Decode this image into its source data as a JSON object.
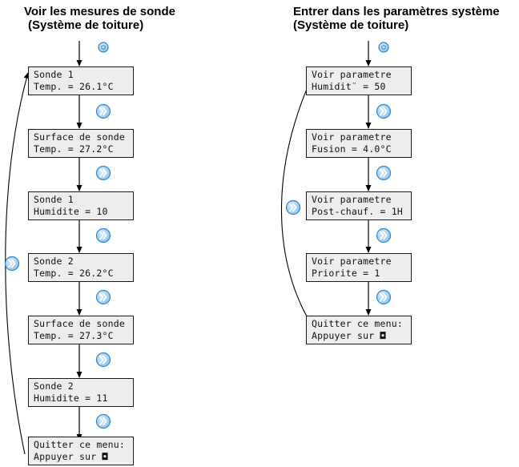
{
  "left": {
    "title_line1": "Voir les mesures de sonde",
    "title_line2": "(Système de toiture)",
    "screens": [
      {
        "line1": "Sonde 1",
        "line2": "Temp. = 26.1°C"
      },
      {
        "line1": "Surface de sonde",
        "line2": "Temp. = 27.2°C"
      },
      {
        "line1": "Sonde 1",
        "line2": "Humidite = 10"
      },
      {
        "line1": "Sonde 2",
        "line2": "Temp. = 26.2°C"
      },
      {
        "line1": "Surface de sonde",
        "line2": "Temp. = 27.3°C"
      },
      {
        "line1": "Sonde 2",
        "line2": "Humidite = 11"
      },
      {
        "line1": "Quitter ce menu:",
        "line2": "Appuyer sur ◘"
      }
    ]
  },
  "right": {
    "title_line1": "Entrer dans les paramètres système",
    "title_line2": "(Système de toiture)",
    "screens": [
      {
        "line1": "Voir parametre",
        "line2": "Humidit¨ = 50"
      },
      {
        "line1": "Voir parametre",
        "line2": "Fusion = 4.0°C"
      },
      {
        "line1": "Voir parametre",
        "line2": "Post-chauf. = 1H"
      },
      {
        "line1": "Voir parametre",
        "line2": "Priorite = 1"
      },
      {
        "line1": "Quitter ce menu:",
        "line2": "Appuyer sur ◘"
      }
    ]
  },
  "icons": {
    "start": "circle-button-icon",
    "next": "double-chevron-right-icon"
  },
  "colors": {
    "button_fill": "#b9d9f2",
    "button_stroke": "#2f86cf",
    "chevron": "#ffffff",
    "lcd_background": "#ededed"
  }
}
